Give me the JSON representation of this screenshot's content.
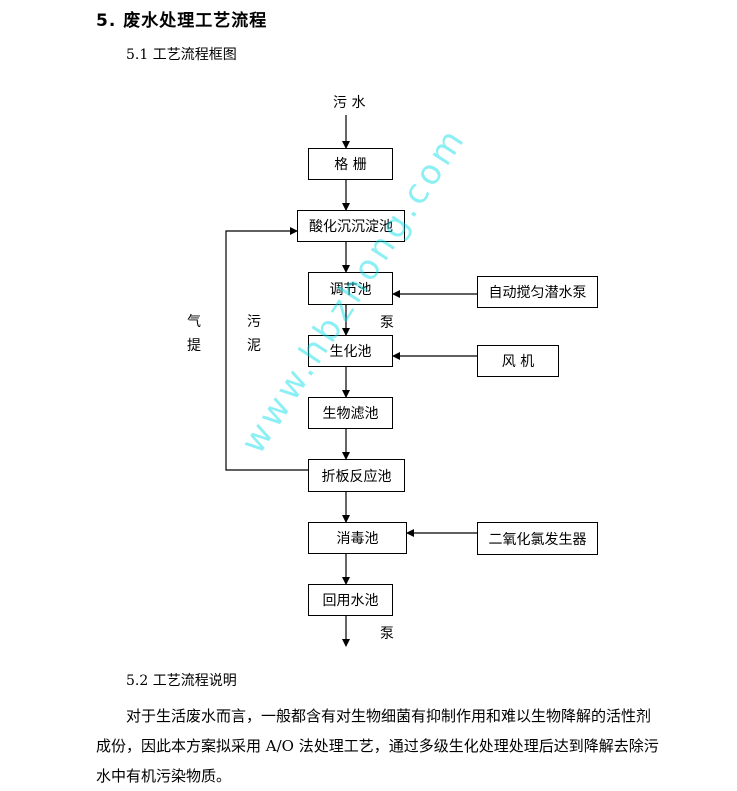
{
  "section_heading": "5.  废水处理工艺流程",
  "subsection_1": "5.1 工艺流程框图",
  "diagram": {
    "input_label": "污 水",
    "steps": [
      "格 栅",
      "酸化沉沉淀池",
      "调节池",
      "生化池",
      "生物滤池",
      "折板反应池",
      "消毒池",
      "回用水池"
    ],
    "side_inputs": {
      "pump": "自动搅匀潜水泵",
      "blower": "风 机",
      "chlorine": "二氧化氯发生器"
    },
    "pump_label_1": "泵",
    "pump_label_2": "泵",
    "return_label_left": "气提",
    "return_label_right": "污泥"
  },
  "watermark": "www.hbzhong.com",
  "subsection_2": "5.2 工艺流程说明",
  "paragraph": "对于生活废水而言，一般都含有对生物细菌有抑制作用和难以生物降解的活性剂成份，因此本方案拟采用 A/O 法处理工艺，通过多级生化处理处理后达到降解去除污水中有机污染物质。"
}
